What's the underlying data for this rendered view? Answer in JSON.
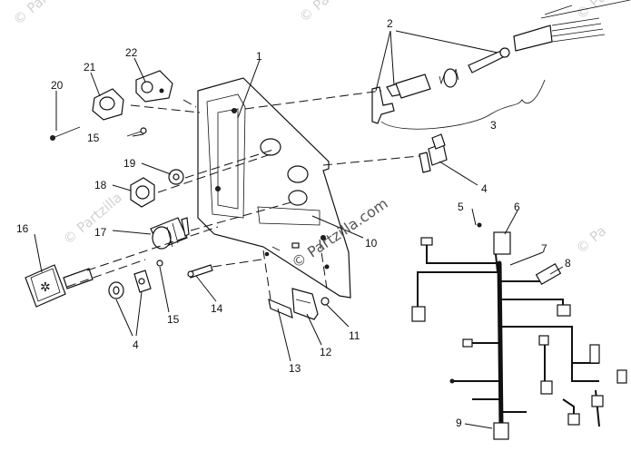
{
  "watermarks": {
    "main": "© Partzilla.com",
    "faint": "© Partzilla",
    "faint_short": "© Pa"
  },
  "callouts": [
    {
      "id": "1",
      "text": "1"
    },
    {
      "id": "2",
      "text": "2"
    },
    {
      "id": "3",
      "text": "3"
    },
    {
      "id": "4a",
      "text": "4"
    },
    {
      "id": "4b",
      "text": "4"
    },
    {
      "id": "5",
      "text": "5"
    },
    {
      "id": "6",
      "text": "6"
    },
    {
      "id": "7",
      "text": "7"
    },
    {
      "id": "8",
      "text": "8"
    },
    {
      "id": "9",
      "text": "9"
    },
    {
      "id": "10",
      "text": "10"
    },
    {
      "id": "11",
      "text": "11"
    },
    {
      "id": "12",
      "text": "12"
    },
    {
      "id": "13",
      "text": "13"
    },
    {
      "id": "14",
      "text": "14"
    },
    {
      "id": "15a",
      "text": "15"
    },
    {
      "id": "15b",
      "text": "15"
    },
    {
      "id": "16",
      "text": "16"
    },
    {
      "id": "17",
      "text": "17"
    },
    {
      "id": "18",
      "text": "18"
    },
    {
      "id": "19",
      "text": "19"
    },
    {
      "id": "20",
      "text": "20"
    },
    {
      "id": "21",
      "text": "21"
    },
    {
      "id": "22",
      "text": "22"
    }
  ]
}
